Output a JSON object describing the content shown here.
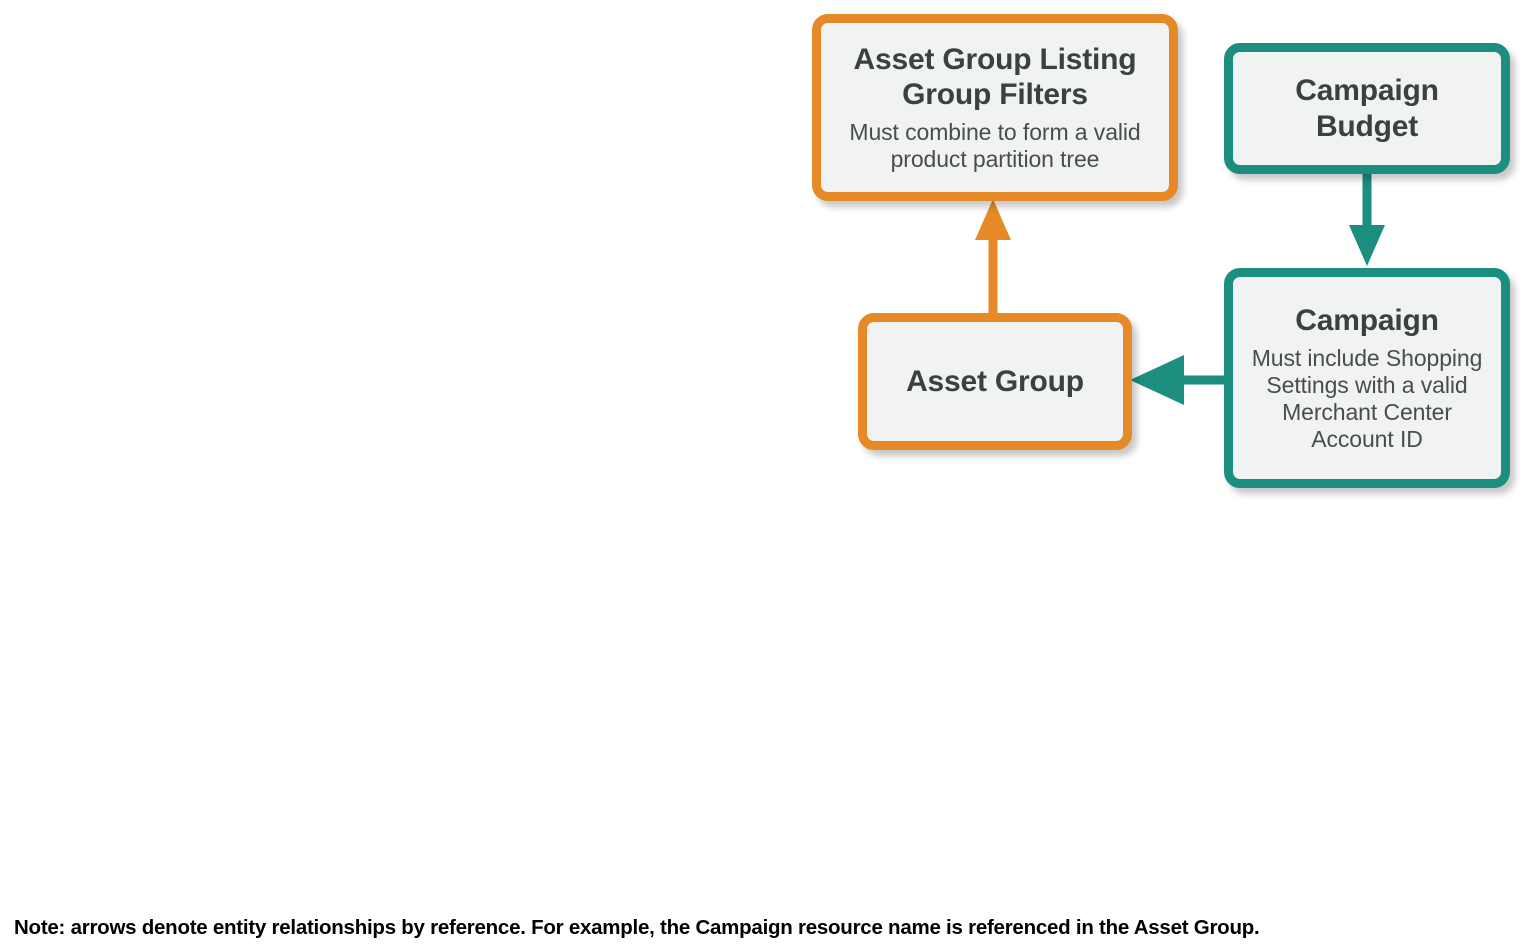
{
  "diagram": {
    "type": "entity-relationship",
    "colors": {
      "orange": "#E58A26",
      "teal": "#1B8E80",
      "node_fill": "#F1F2F2",
      "title_text": "#3C4043",
      "subtitle_text": "#4A4D50",
      "note_text": "#000000",
      "background": "#FFFFFF"
    },
    "nodes": [
      {
        "id": "asset-group-listing-group-filters",
        "title": "Asset Group Listing Group Filters",
        "subtitle": "Must combine to form a valid product partition tree",
        "color": "orange"
      },
      {
        "id": "campaign-budget",
        "title": "Campaign Budget",
        "subtitle": "",
        "color": "teal"
      },
      {
        "id": "asset-group",
        "title": "Asset Group",
        "subtitle": "",
        "color": "orange"
      },
      {
        "id": "campaign",
        "title": "Campaign",
        "subtitle": "Must include Shopping Settings with a valid Merchant Center Account ID",
        "color": "teal"
      }
    ],
    "edges": [
      {
        "id": "asset-group-to-listing-group-filters",
        "from": "asset-group",
        "to": "asset-group-listing-group-filters",
        "color": "orange",
        "direction": "up"
      },
      {
        "id": "campaign-budget-to-campaign",
        "from": "campaign-budget",
        "to": "campaign",
        "color": "teal",
        "direction": "down"
      },
      {
        "id": "campaign-to-asset-group",
        "from": "campaign",
        "to": "asset-group",
        "color": "teal",
        "direction": "left"
      }
    ],
    "note": "Note: arrows denote entity relationships by reference. For example, the Campaign resource name is referenced in the Asset Group."
  }
}
